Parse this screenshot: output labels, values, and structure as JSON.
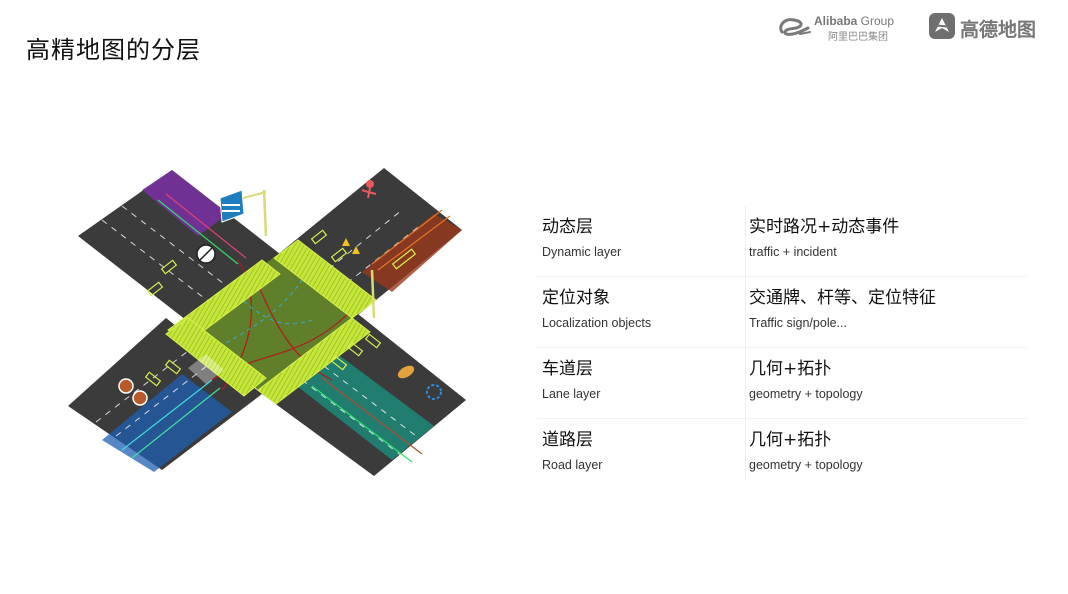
{
  "slide": {
    "title": "高精地图的分层"
  },
  "logos": {
    "alibaba_en_bold": "Alibaba",
    "alibaba_en_rest": " Group",
    "alibaba_cn": "阿里巴巴集团",
    "alibaba_icon": "alibaba-e-mark-icon",
    "amap_cn": "高德地图",
    "amap_icon": "amap-arrow-icon"
  },
  "scene": {
    "type": "isometric-intersection-illustration"
  },
  "layers": [
    {
      "name_cn": "动态层",
      "name_en": "Dynamic layer",
      "content_cn": "实时路况+动态事件",
      "content_en": "traffic + incident"
    },
    {
      "name_cn": "定位对象",
      "name_en": "Localization  objects",
      "content_cn": "交通牌、杆等、定位特征",
      "content_en": "Traffic sign/pole..."
    },
    {
      "name_cn": "车道层",
      "name_en": "Lane layer",
      "content_cn": "几何+拓扑",
      "content_en": "geometry + topology"
    },
    {
      "name_cn": "道路层",
      "name_en": "Road layer",
      "content_cn": "几何+拓扑",
      "content_en": "geometry + topology"
    }
  ],
  "colors": {
    "road": "#3a3a3a",
    "dynamic_layer": "#7b2fa3",
    "lane_layer": "#1c9bb0",
    "localization_layer": "#b9e22e",
    "amap_brand": "#6f6f6f"
  }
}
